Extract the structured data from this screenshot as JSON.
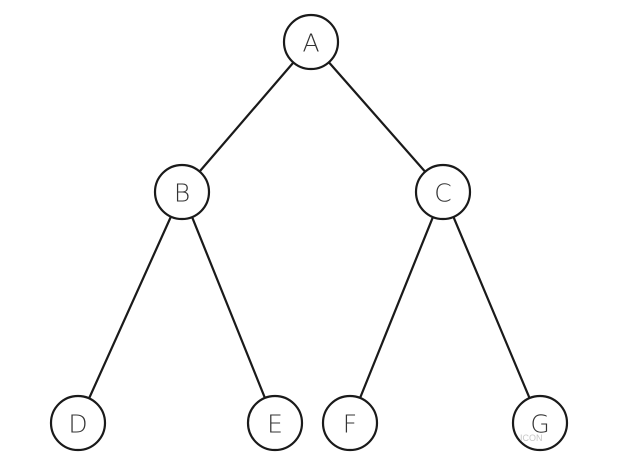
{
  "diagram": {
    "nodes": [
      {
        "id": "A",
        "label": "A"
      },
      {
        "id": "B",
        "label": "B"
      },
      {
        "id": "C",
        "label": "C"
      },
      {
        "id": "D",
        "label": "D"
      },
      {
        "id": "E",
        "label": "E"
      },
      {
        "id": "F",
        "label": "F"
      },
      {
        "id": "G",
        "label": "G"
      }
    ],
    "edges": [
      {
        "from": "A",
        "to": "B"
      },
      {
        "from": "A",
        "to": "C"
      },
      {
        "from": "B",
        "to": "D"
      },
      {
        "from": "B",
        "to": "E"
      },
      {
        "from": "C",
        "to": "F"
      },
      {
        "from": "C",
        "to": "G"
      }
    ],
    "watermark": "ICON"
  },
  "colors": {
    "stroke": "#1a1a1a",
    "label": "#333333",
    "background": "#ffffff"
  }
}
